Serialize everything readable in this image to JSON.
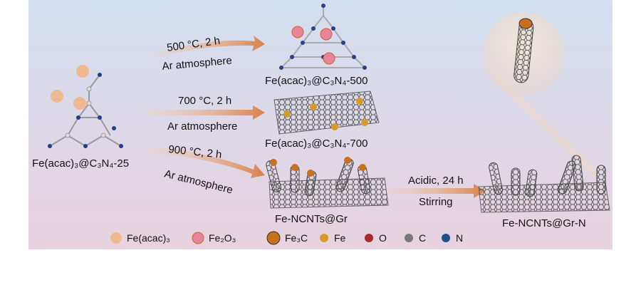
{
  "diagram": {
    "start_label": "Fe(acac)₃@C₃N₄-25",
    "routes": [
      {
        "condition": "500 °C, 2 h",
        "atmosphere": "Ar atmosphere",
        "product": "Fe(acac)₃@C₃N₄-500"
      },
      {
        "condition": "700 °C, 2 h",
        "atmosphere": "Ar atmosphere",
        "product": "Fe(acac)₃@C₃N₄-700"
      },
      {
        "condition": "900 °C, 2 h",
        "atmosphere": "Ar atmosphere",
        "product": "Fe-NCNTs@Gr"
      }
    ],
    "post_treatment": {
      "condition": "Acidic, 24 h",
      "method": "Stirring",
      "product": "Fe-NCNTs@Gr-N"
    }
  },
  "legend": [
    {
      "label": "Fe(acac)₃",
      "color": "#f0b890"
    },
    {
      "label": "Fe₂O₃",
      "color": "#e8849a"
    },
    {
      "label": "Fe₃C",
      "color": "#c8701c"
    },
    {
      "label": "Fe",
      "color": "#d89a2a"
    },
    {
      "label": "O",
      "color": "#a82a2a"
    },
    {
      "label": "C",
      "color": "#777777"
    },
    {
      "label": "N",
      "color": "#1f4f8a"
    }
  ],
  "colors": {
    "bg_top": "#d3dff0",
    "bg_bottom": "#e6d3e0",
    "arrow": "#d9895a"
  }
}
